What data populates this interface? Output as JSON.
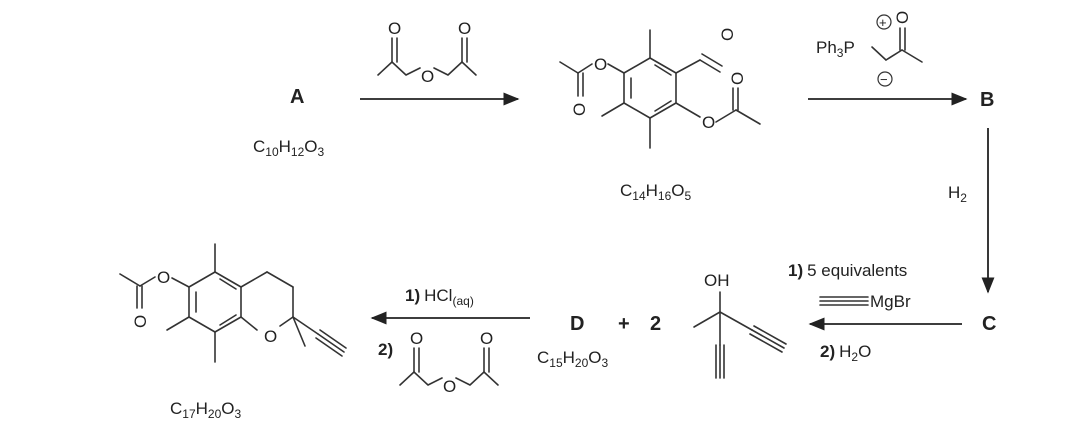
{
  "labels": {
    "A": "A",
    "B": "B",
    "C": "C",
    "D": "D",
    "plus": "+",
    "two": "2"
  },
  "formulas": {
    "A": {
      "p1": "C",
      "s1": "10",
      "p2": "H",
      "s2": "12",
      "p3": "O",
      "s3": "3"
    },
    "intermediate": {
      "p1": "C",
      "s1": "14",
      "p2": "H",
      "s2": "16",
      "p3": "O",
      "s3": "5"
    },
    "D": {
      "p1": "C",
      "s1": "15",
      "p2": "H",
      "s2": "20",
      "p3": "O",
      "s3": "3"
    },
    "product": {
      "p1": "C",
      "s1": "17",
      "p2": "H",
      "s2": "20",
      "p3": "O",
      "s3": "3"
    }
  },
  "conditions": {
    "ylide_prefix": "Ph",
    "ylide_sub": "3",
    "ylide_atom": "P",
    "plus_charge": "+",
    "minus_charge": "−",
    "h2_main": "H",
    "h2_sub": "2",
    "step1_num": "1)",
    "step1_text": "5 equivalents",
    "grignard": "MgBr",
    "step2_num": "2)",
    "water_main": "H",
    "water_sub": "2",
    "water_tail": "O",
    "hcl_num": "1)",
    "hcl_main": "HCl",
    "hcl_sub": "(aq)",
    "ac2o_num": "2)"
  },
  "atoms": {
    "O": "O",
    "OH": "OH"
  }
}
